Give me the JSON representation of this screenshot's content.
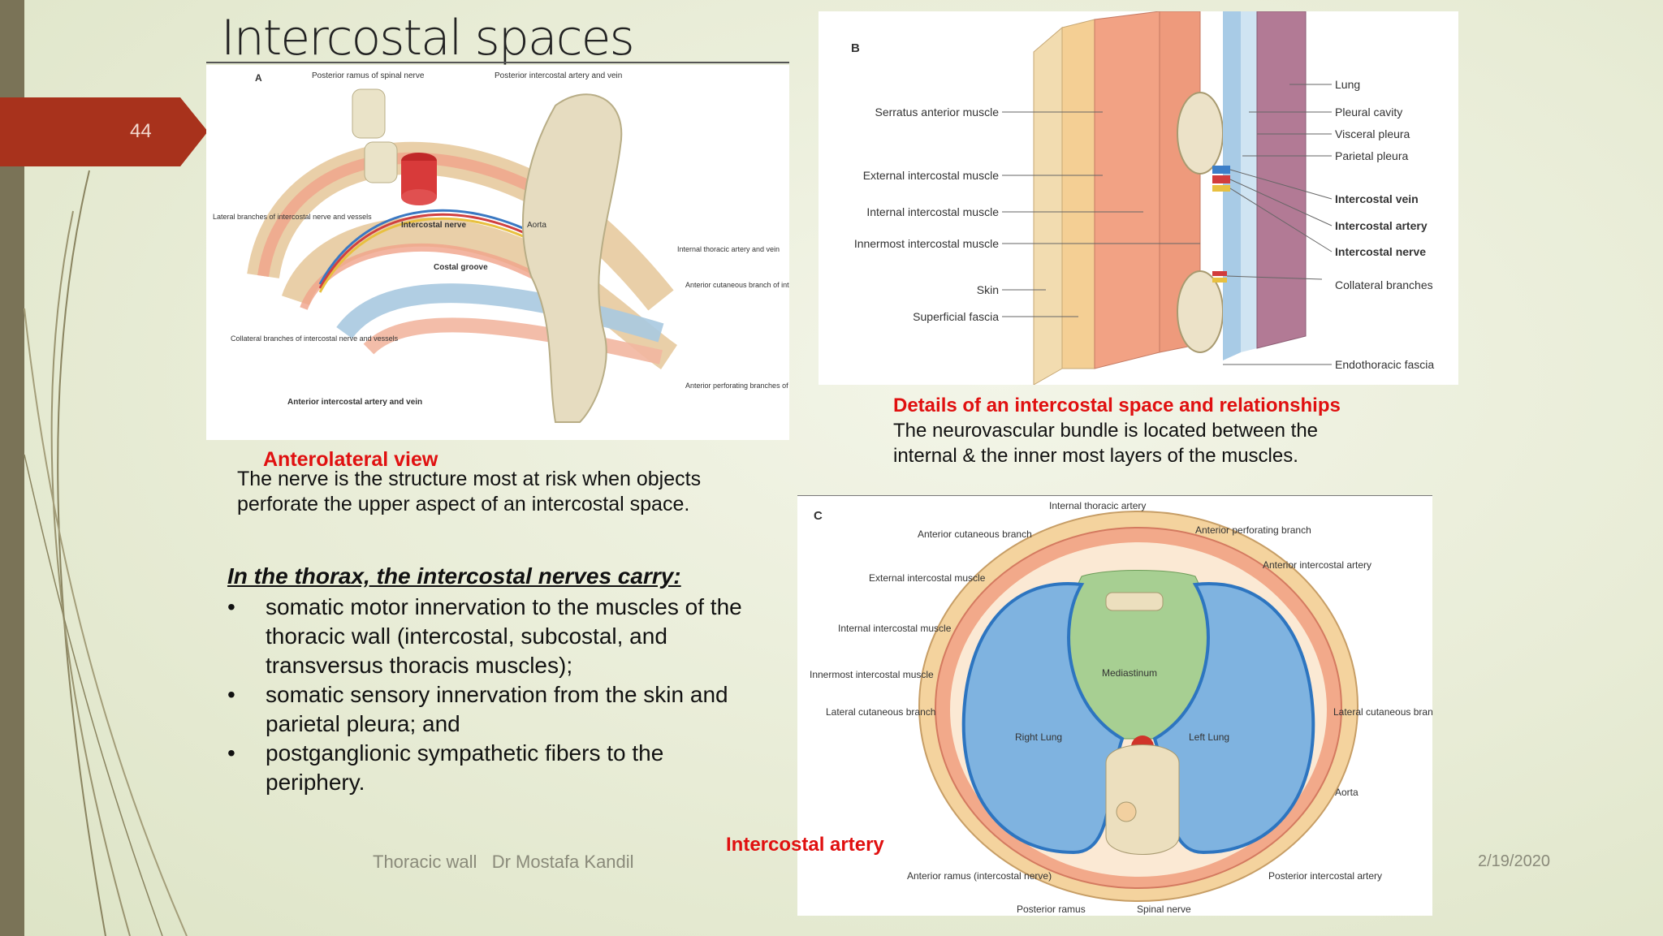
{
  "slide": {
    "number": "44",
    "title": "Intercostal spaces"
  },
  "figure_a": {
    "letter": "A",
    "labels": [
      "Posterior ramus of spinal nerve",
      "Posterior intercostal artery and vein",
      "Lateral branches of intercostal nerve and vessels",
      "Intercostal nerve",
      "Aorta",
      "Costal groove",
      "Internal thoracic artery and vein",
      "Anterior cutaneous branch of intercostal nerve",
      "Collateral branches of intercostal nerve and vessels",
      "Anterior perforating branches of intercostal vessels",
      "Anterior intercostal artery and vein"
    ],
    "caption": "Anterolateral view",
    "note_line1": "The nerve is the structure most at risk when objects",
    "note_line2": "perforate the upper aspect of an intercostal space."
  },
  "figure_b": {
    "letter": "B",
    "left_labels": [
      "Serratus anterior muscle",
      "External intercostal muscle",
      "Internal intercostal muscle",
      "Innermost intercostal muscle",
      "Skin",
      "Superficial fascia"
    ],
    "right_labels": [
      "Lung",
      "Pleural cavity",
      "Visceral pleura",
      "Parietal pleura",
      "Intercostal vein",
      "Intercostal artery",
      "Intercostal nerve",
      "Collateral branches",
      "Endothoracic fascia"
    ],
    "caption": "Details of an intercostal space and relationships",
    "desc_line1": "The neurovascular bundle is located between the",
    "desc_line2": "internal & the inner most layers of the muscles."
  },
  "figure_c": {
    "letter": "C",
    "labels": [
      "Internal thoracic artery",
      "Anterior cutaneous branch",
      "Anterior perforating branch",
      "Anterior intercostal artery",
      "External intercostal muscle",
      "Internal intercostal muscle",
      "Innermost intercostal muscle",
      "Mediastinum",
      "Lateral cutaneous branch",
      "Right Lung",
      "Left Lung",
      "Lateral cutaneous branch",
      "Aorta",
      "Anterior ramus (intercostal nerve)",
      "Posterior ramus",
      "Spinal nerve",
      "Posterior intercostal artery"
    ],
    "caption": "Intercostal artery"
  },
  "bullets": {
    "heading": "In the thorax, the intercostal nerves carry:",
    "items": [
      "somatic motor innervation to the muscles of the thoracic wall (intercostal, subcostal, and transversus thoracis muscles);",
      "somatic sensory innervation from the skin and parietal pleura; and",
      "postganglionic sympathetic fibers to the periphery."
    ]
  },
  "footer": {
    "left": "Thoracic wall   Dr Mostafa Kandil",
    "date": "2/19/2020"
  },
  "colors": {
    "accent_red": "#a8321c",
    "caption_red": "#e01010",
    "band": "#7a7357"
  }
}
